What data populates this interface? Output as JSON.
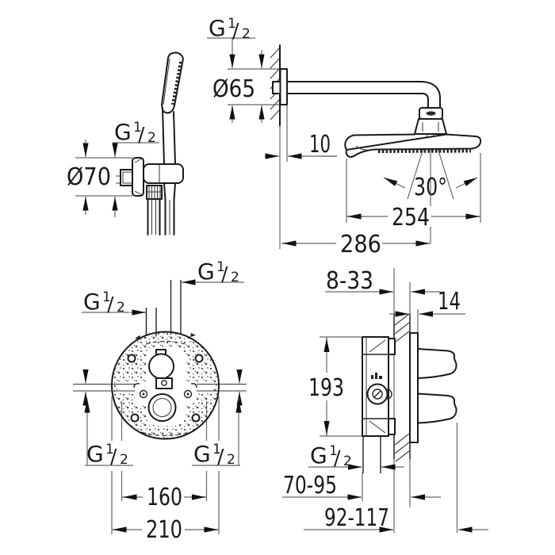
{
  "page": {
    "background": "#ffffff",
    "line_color": "#1a1a1a",
    "dim_color": "#666666",
    "description": "Technical installation drawing of a shower set: hand shower with wall holder, head shower with arm, concealed thermostat valve front view and side view, with millimeter dimensions"
  },
  "drawing": {
    "thread": {
      "prefix": "G",
      "numerator": "1",
      "slash": "/",
      "denominator": "2"
    },
    "hand_shower": {
      "diameter": "Ø70"
    },
    "head_shower": {
      "diameter": "Ø65",
      "flange_depth": "10",
      "swivel_angle": "30°",
      "head_width": "254",
      "arm_reach": "286"
    },
    "valve_front": {
      "port_spacing": "160",
      "body_diameter": "210"
    },
    "valve_side": {
      "mounting_depth_range": "8-33",
      "trim_thickness": "14",
      "body_height": "193",
      "depth_min_range": "70-95",
      "depth_max_range": "92-117"
    }
  }
}
